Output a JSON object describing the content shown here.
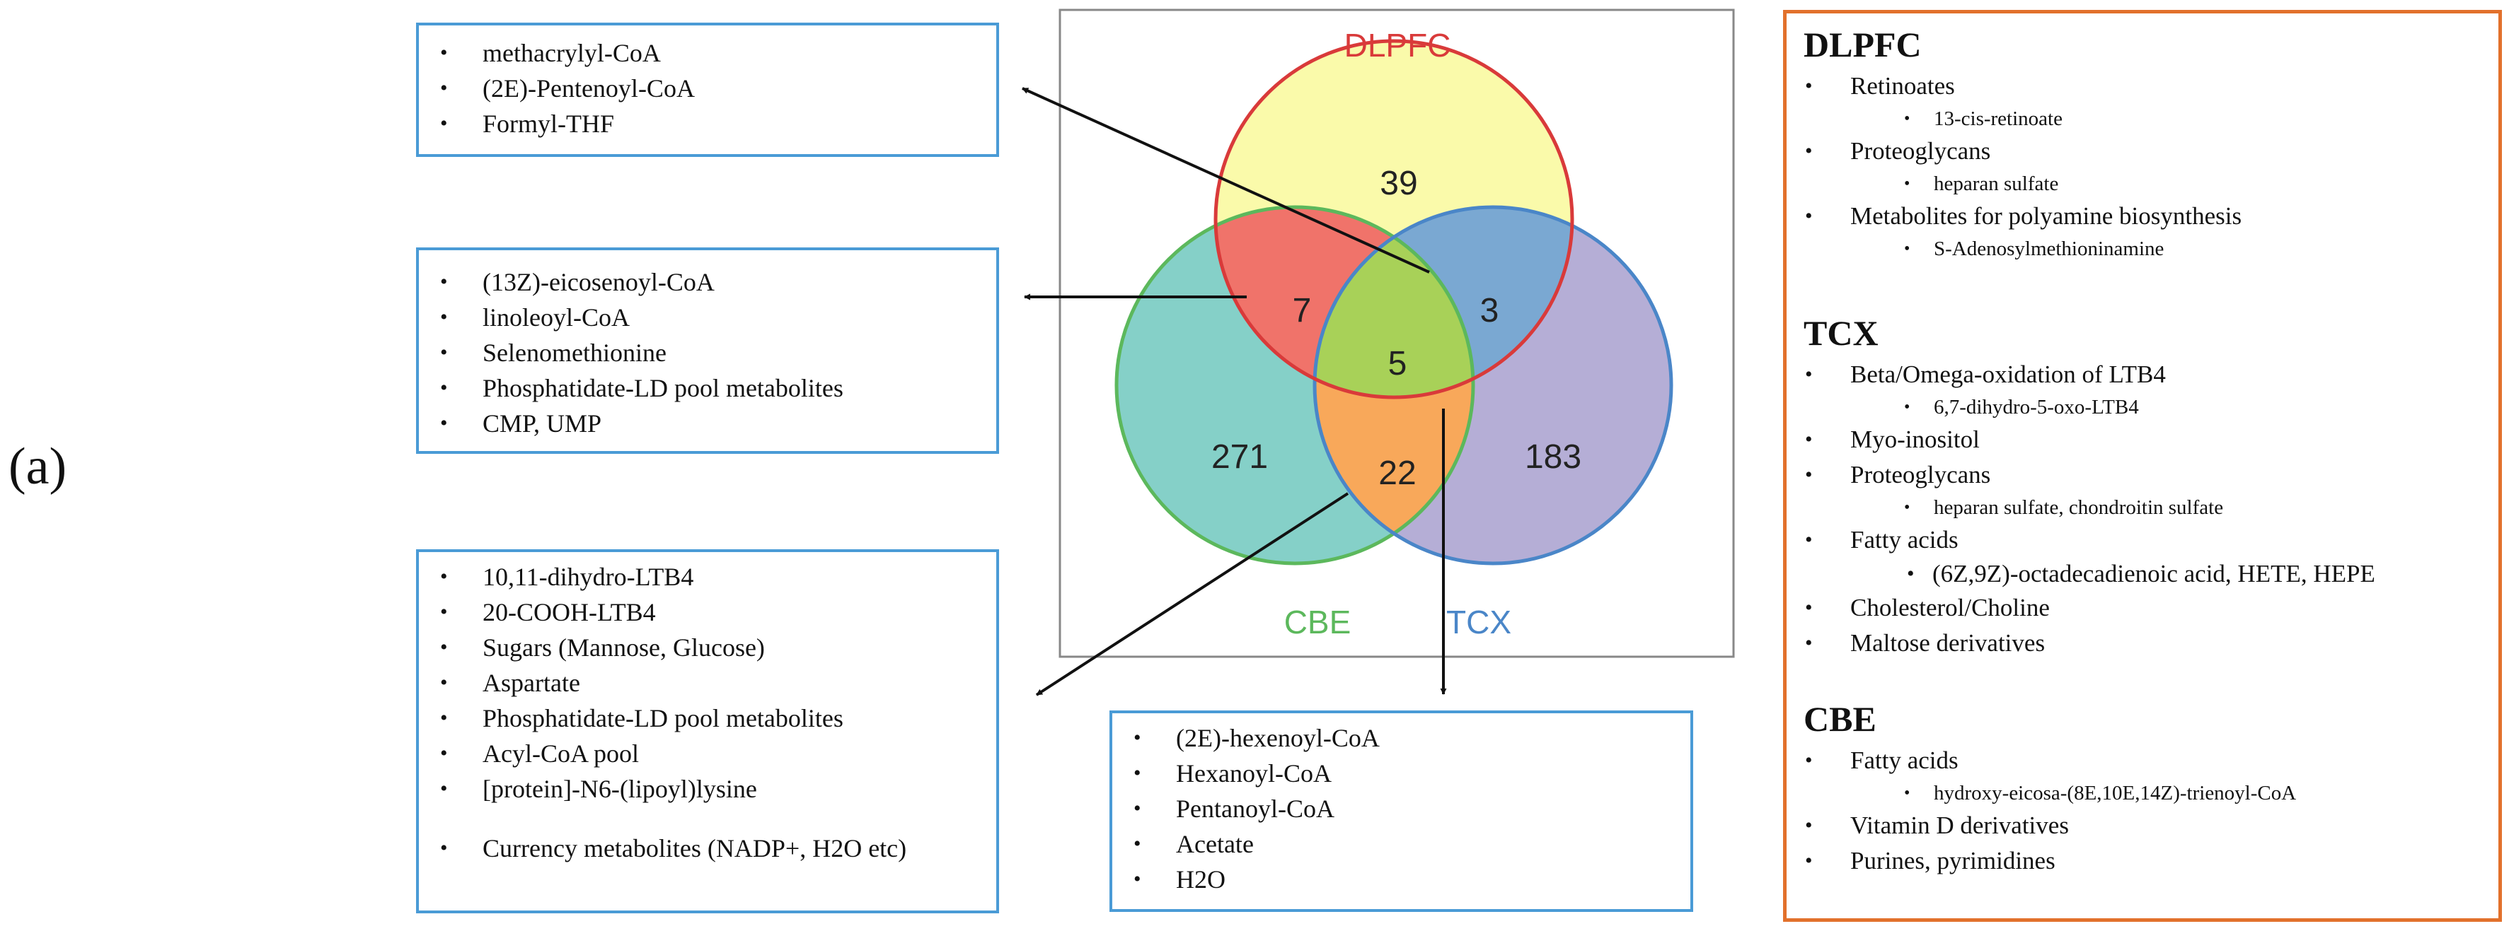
{
  "panel_label": "(a)",
  "venn": {
    "sets": [
      {
        "name": "DLPFC",
        "color": "#d93a3a",
        "fill": "#fafaaa"
      },
      {
        "name": "CBE",
        "color": "#5cb85c",
        "fill": "#85d0c8"
      },
      {
        "name": "TCX",
        "color": "#4a86c8",
        "fill": "#b5aed6"
      }
    ],
    "regions": {
      "dlpfc_only": "39",
      "dlpfc_cbe": "7",
      "dlpfc_tcx": "3",
      "all": "5",
      "cbe_only": "271",
      "cbe_tcx": "22",
      "tcx_only": "183"
    },
    "region_colors": {
      "dlpfc_cbe": "#f0736a",
      "dlpfc_tcx": "#7aa8d2",
      "all": "#a8d158",
      "cbe_tcx": "#f8a85a"
    }
  },
  "boxes": {
    "top": [
      "methacrylyl-CoA",
      "(2E)-Pentenoyl-CoA",
      "Formyl-THF"
    ],
    "middle": [
      "(13Z)-eicosenoyl-CoA",
      "linoleoyl-CoA",
      "Selenomethionine",
      "Phosphatidate-LD pool metabolites",
      "CMP, UMP"
    ],
    "bottom_left": [
      "10,11-dihydro-LTB4",
      "20-COOH-LTB4",
      "Sugars (Mannose, Glucose)",
      "Aspartate",
      "Phosphatidate-LD pool metabolites",
      "Acyl-CoA pool",
      "[protein]-N6-(lipoyl)lysine",
      "Currency metabolites (NADP+, H2O etc)"
    ],
    "bottom_center": [
      "(2E)-hexenoyl-CoA",
      "Hexanoyl-CoA",
      "Pentanoyl-CoA",
      "Acetate",
      "H2O"
    ]
  },
  "summary": {
    "dlpfc": {
      "title": "DLPFC",
      "items": [
        {
          "label": "Retinoates",
          "sub": "13-cis-retinoate"
        },
        {
          "label": "Proteoglycans",
          "sub": "heparan sulfate"
        },
        {
          "label": "Metabolites for polyamine biosynthesis",
          "sub": "S-Adenosylmethioninamine"
        }
      ]
    },
    "tcx": {
      "title": "TCX",
      "items": [
        {
          "label": "Beta/Omega-oxidation of LTB4",
          "sub": "6,7-dihydro-5-oxo-LTB4"
        },
        {
          "label": "Myo-inositol"
        },
        {
          "label": "Proteoglycans",
          "sub": "heparan sulfate, chondroitin sulfate"
        },
        {
          "label": "Fatty acids",
          "sub": "(6Z,9Z)-octadecadienoic acid, HETE, HEPE"
        },
        {
          "label": "Cholesterol/Choline"
        },
        {
          "label": "Maltose derivatives"
        }
      ]
    },
    "cbe": {
      "title": "CBE",
      "items": [
        {
          "label": "Fatty acids",
          "sub": "hydroxy-eicosa-(8E,10E,14Z)-trienoyl-CoA"
        },
        {
          "label": "Vitamin D derivatives"
        },
        {
          "label": "Purines, pyrimidines"
        }
      ]
    }
  }
}
